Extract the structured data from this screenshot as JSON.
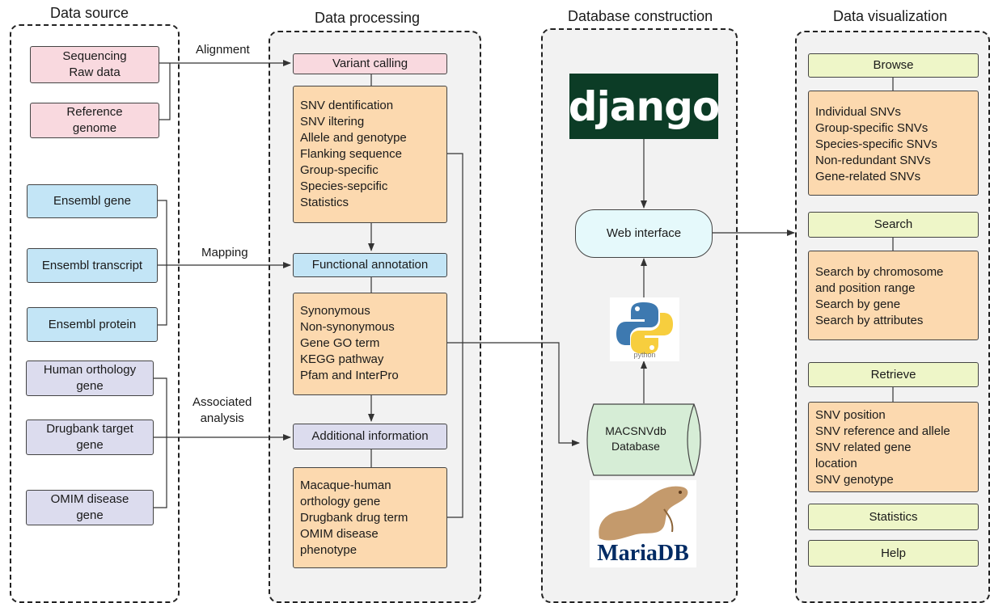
{
  "columns": {
    "source": "Data source",
    "processing": "Data processing",
    "database": "Database construction",
    "visualization": "Data visualization"
  },
  "source": {
    "seq_raw": [
      "Sequencing",
      "Raw data"
    ],
    "ref_genome": [
      "Reference",
      "genome"
    ],
    "ens_gene": "Ensembl gene",
    "ens_transcript": "Ensembl transcript",
    "ens_protein": "Ensembl protein",
    "human_orth": [
      "Human orthology",
      "gene"
    ],
    "drugbank": [
      "Drugbank target",
      "gene"
    ],
    "omim": [
      "OMIM disease",
      "gene"
    ]
  },
  "edges": {
    "alignment": "Alignment",
    "mapping": "Mapping",
    "associated": [
      "Associated",
      "analysis"
    ]
  },
  "processing": {
    "variant_calling": "Variant calling",
    "variant_items": [
      "SNV  dentification",
      "SNV  iltering",
      "Allele and genotype",
      "Flanking sequence",
      "Group-specific",
      "Species-sepcific",
      "Statistics"
    ],
    "functional": "Functional annotation",
    "functional_items": [
      "Synonymous",
      "Non-synonymous",
      "Gene GO term",
      "KEGG pathway",
      "Pfam and InterPro"
    ],
    "additional": "Additional information",
    "additional_items": [
      "Macaque-human",
      "orthology gene",
      "Drugbank drug term",
      "OMIM disease",
      "phenotype"
    ]
  },
  "database": {
    "web_interface": "Web interface",
    "db_name": [
      "MACSNVdb",
      "Database"
    ],
    "logos": {
      "django": "django",
      "python": "python",
      "mariadb": "MariaDB"
    }
  },
  "visualization": {
    "browse": "Browse",
    "browse_items": [
      "Individual SNVs",
      "Group-specific SNVs",
      "Species-specific SNVs",
      "Non-redundant SNVs",
      "Gene-related SNVs"
    ],
    "search": "Search",
    "search_items": [
      "Search by chromosome",
      "and position range",
      "Search by gene",
      "Search by attributes"
    ],
    "retrieve": "Retrieve",
    "retrieve_items": [
      "SNV position",
      "SNV reference and allele",
      "SNV related gene",
      "location",
      "SNV genotype"
    ],
    "statistics": "Statistics",
    "help": "Help"
  },
  "colors": {
    "pink": "#f9d9df",
    "blue": "#c3e5f6",
    "lavender": "#dcdcee",
    "peach": "#fcd9af",
    "lime": "#eef6c8",
    "django_bg": "#0c3c26",
    "db_cyl": "#d6edd6",
    "python_blue": "#3d79b0",
    "python_yellow": "#f7ce3e",
    "maria_brown": "#c49a6c",
    "maria_text": "#002b64"
  }
}
